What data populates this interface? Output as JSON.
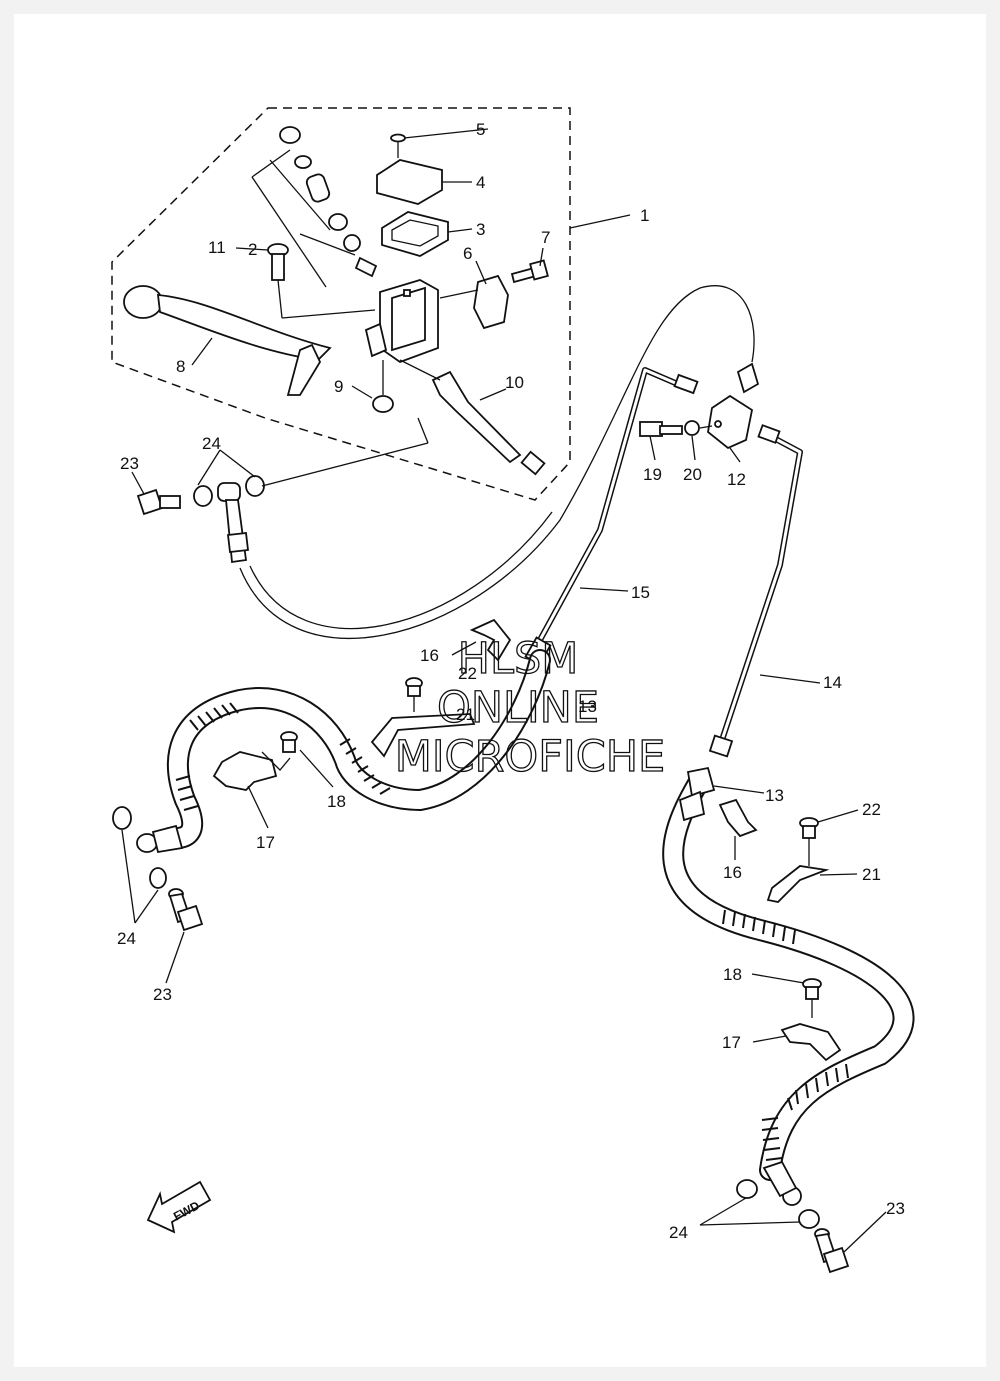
{
  "diagram": {
    "callouts": [
      {
        "id": "c1",
        "label": "1"
      },
      {
        "id": "c2",
        "label": "2"
      },
      {
        "id": "c3",
        "label": "3"
      },
      {
        "id": "c4",
        "label": "4"
      },
      {
        "id": "c5",
        "label": "5"
      },
      {
        "id": "c6",
        "label": "6"
      },
      {
        "id": "c7",
        "label": "7"
      },
      {
        "id": "c8",
        "label": "8"
      },
      {
        "id": "c9",
        "label": "9"
      },
      {
        "id": "c10",
        "label": "10"
      },
      {
        "id": "c11",
        "label": "11"
      },
      {
        "id": "c12",
        "label": "12"
      },
      {
        "id": "c13a",
        "label": "13"
      },
      {
        "id": "c13b",
        "label": "13"
      },
      {
        "id": "c14",
        "label": "14"
      },
      {
        "id": "c15",
        "label": "15"
      },
      {
        "id": "c16a",
        "label": "16"
      },
      {
        "id": "c16b",
        "label": "16"
      },
      {
        "id": "c17a",
        "label": "17"
      },
      {
        "id": "c17b",
        "label": "17"
      },
      {
        "id": "c18a",
        "label": "18"
      },
      {
        "id": "c18b",
        "label": "18"
      },
      {
        "id": "c19",
        "label": "19"
      },
      {
        "id": "c20",
        "label": "20"
      },
      {
        "id": "c21a",
        "label": "21"
      },
      {
        "id": "c21b",
        "label": "21"
      },
      {
        "id": "c22a",
        "label": "22"
      },
      {
        "id": "c22b",
        "label": "22"
      },
      {
        "id": "c23a",
        "label": "23"
      },
      {
        "id": "c23b",
        "label": "23"
      },
      {
        "id": "c23c",
        "label": "23"
      },
      {
        "id": "c24a",
        "label": "24"
      },
      {
        "id": "c24b",
        "label": "24"
      },
      {
        "id": "c24c",
        "label": "24"
      }
    ],
    "watermark": [
      "HLSM",
      "ONLINE",
      "MICROFICHE"
    ],
    "direction_badge": "FWD"
  },
  "colors": {
    "line": "#111111",
    "paper": "#ffffff",
    "border": "#f2f2f2"
  }
}
